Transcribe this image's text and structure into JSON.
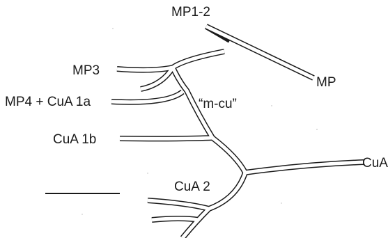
{
  "figure": {
    "labels": {
      "mp12": "MP1-2",
      "mp": "MP",
      "mp3": "MP3",
      "mp4_cua1a": "MP4 + CuA 1a",
      "mcu": "“m-cu”",
      "cua1b": "CuA 1b",
      "cua": "CuA",
      "cua2": "CuA 2"
    },
    "scale_bar": "scale-bar",
    "colors": {
      "ink": "#1a1a1a",
      "background": "#ffffff"
    }
  }
}
